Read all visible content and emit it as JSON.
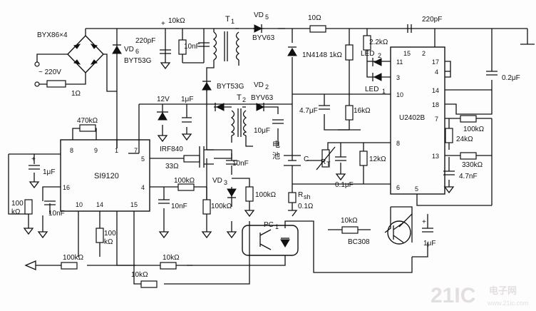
{
  "labels": {
    "byx86": "BYX86×4",
    "ac_in": "~ 220V",
    "r_1ohm": "1Ω",
    "vd6": "VD",
    "vd6_sub": "6",
    "byt53g_a": "BYT53G",
    "c220p_a": "220pF",
    "r10k_a": "10kΩ",
    "c10n_a": "10nF",
    "t1": "T",
    "t1_sub": "1",
    "vd5": "VD",
    "vd5_sub": "5",
    "byv63_a": "BYV63",
    "r10_a": "10Ω",
    "c220p_b": "220pF",
    "r2k2": "2.2kΩ",
    "led2": "LED",
    "led2_sub": "2",
    "led1": "LED",
    "led1_sub": "1",
    "d1n4148": "1N4148",
    "r1k": "1kΩ",
    "c02u": "0.2μF",
    "v12": "12V",
    "c1u_a": "1μF",
    "byt53g_b": "BYT53G",
    "vd2": "VD",
    "vd2_sub": "2",
    "byv63_b": "BYV63",
    "t2": "T",
    "t2_sub": "2",
    "c47u": "4.7μF",
    "r16k": "16kΩ",
    "u2402b": "U2402B",
    "r470k": "470kΩ",
    "c10u": "10μF",
    "irf840": "IRF840",
    "r33": "33Ω",
    "si9120": "SI9120",
    "c1u_b": "1μF",
    "c10n_b": "10nF",
    "battery_1": "电",
    "battery_2": "池",
    "c_label": "C",
    "rt": "R",
    "rt_sub": "T",
    "r12k": "12kΩ",
    "r100k_a": "100kΩ",
    "r24k": "24kΩ",
    "r330k": "330kΩ",
    "c47n": "4.7nF",
    "r100k_b": "100kΩ",
    "vd3": "VD",
    "vd3_sub": "3",
    "r100k_c": "100kΩ",
    "c01u": "0.1μF",
    "r100k_d": "100",
    "r100k_d2": "kΩ",
    "c10n_c": "10nF",
    "r100k_e": "100",
    "r100k_e2": "kΩ",
    "c10n_d": "10nF",
    "r100k_f": "100kΩ",
    "rsh": "R",
    "rsh_sub": "sh",
    "rsh_val": "0.1Ω",
    "pc1": "PC",
    "pc1_sub": "1",
    "r10k_b": "10kΩ",
    "bc308": "BC308",
    "c1u_c": "1μF",
    "r100k_g": "100kΩ",
    "r10k_c": "10kΩ",
    "r10k_d": "10kΩ",
    "plus": "+",
    "watermark": "21IC",
    "watermark_cn": "电子网",
    "watermark_url": "www.21ic.com"
  },
  "si9120_pins": [
    "8",
    "9",
    "1",
    "7",
    "5",
    "4",
    "16",
    "10",
    "14",
    "15"
  ],
  "u2402b_pins": [
    "15",
    "2",
    "11",
    "3",
    "10",
    "8",
    "6",
    "5",
    "17",
    "4",
    "14",
    "18",
    "7",
    "13"
  ]
}
